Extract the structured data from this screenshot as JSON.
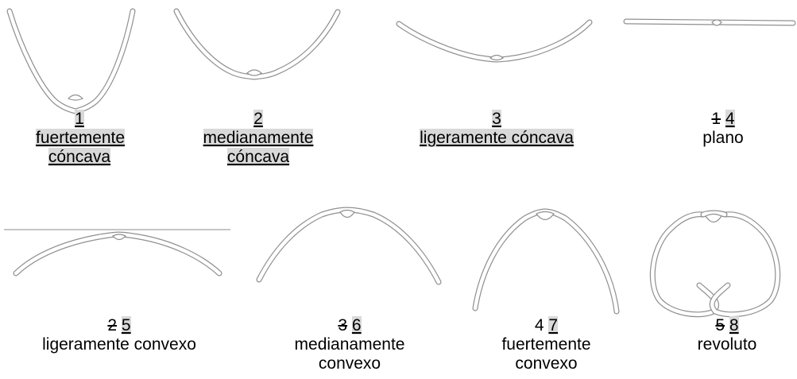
{
  "colors": {
    "outline": "#8f8f8f",
    "highlight": "#d9d9d9",
    "text": "#000000"
  },
  "items": [
    {
      "old": "",
      "new": "1",
      "label": [
        "fuertemente",
        "cóncava"
      ]
    },
    {
      "old": "",
      "new": "2",
      "label": [
        "medianamente",
        "cóncava"
      ]
    },
    {
      "old": "",
      "new": "3",
      "label": [
        "ligeramente cóncava"
      ]
    },
    {
      "old": "1",
      "new": "4",
      "label": [
        "plano"
      ]
    },
    {
      "old": "2",
      "new": "5",
      "label": [
        "ligeramente convexo"
      ]
    },
    {
      "old": "3",
      "new": "6",
      "label": [
        "medianamente",
        "convexo"
      ]
    },
    {
      "old": "4",
      "new": "7",
      "label": [
        "fuertemente",
        "convexo"
      ]
    },
    {
      "old": "5",
      "new": "8",
      "label": [
        "revoluto"
      ]
    }
  ]
}
